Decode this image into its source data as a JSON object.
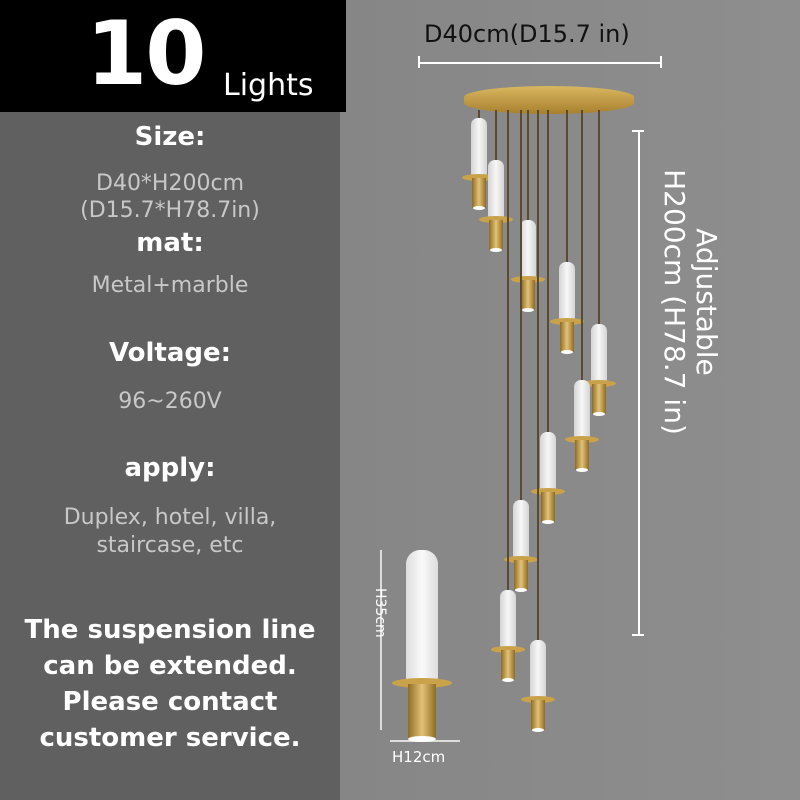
{
  "banner": {
    "count": "10",
    "unit": "Lights"
  },
  "specs": {
    "size_label": "Size:",
    "size_value_1": "D40*H200cm",
    "size_value_2": "(D15.7*H78.7in)",
    "mat_label": "mat:",
    "mat_value": "Metal+marble",
    "voltage_label": "Voltage:",
    "voltage_value": "96~260V",
    "apply_label": "apply:",
    "apply_value_1": "Duplex, hotel, villa,",
    "apply_value_2": "staircase, etc"
  },
  "note": [
    "The suspension line",
    "can be extended.",
    "Please contact",
    "customer service."
  ],
  "dimensions": {
    "diameter": "D40cm(D15.7 in)",
    "height_line_1": "Adjustable",
    "height_line_2": "H200cm (H78.7 in)",
    "pendant_height": "H35cm",
    "pendant_width": "H12cm"
  },
  "colors": {
    "gold": "#c9a24a",
    "marble": "#efefef"
  }
}
